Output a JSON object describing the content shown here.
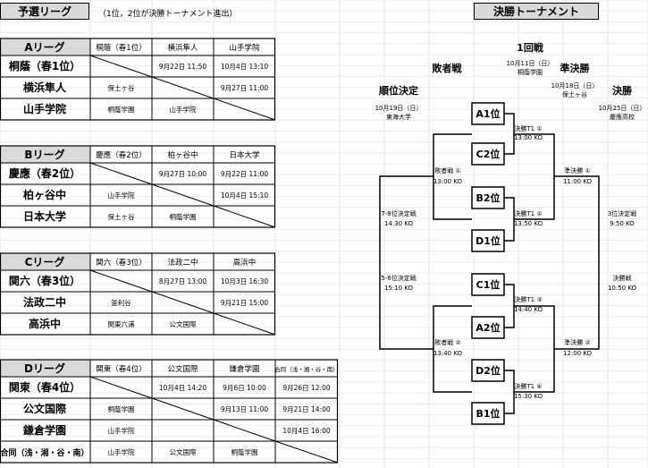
{
  "left": {
    "title": "予選リーグ",
    "note": "（1位，2位が決勝トーナメント進出）",
    "leagues": [
      {
        "name": "Aリーグ",
        "teams": [
          "桐蔭（春1位）",
          "横浜隼人",
          "山手学院"
        ],
        "cols": [
          "桐蔭（春1位）",
          "横浜隼人",
          "山手学院"
        ],
        "cells": [
          [
            "",
            "9月22日 11:50",
            "10月4日 13:10"
          ],
          [
            "保土ヶ谷",
            "",
            "9月27日 11:00"
          ],
          [
            "桐蔭学園",
            "山手学院",
            ""
          ]
        ]
      },
      {
        "name": "Bリーグ",
        "teams": [
          "慶應（春2位）",
          "柏ヶ谷中",
          "日本大学"
        ],
        "cols": [
          "慶應（春2位）",
          "柏ヶ谷中",
          "日本大学"
        ],
        "cells": [
          [
            "",
            "9月27日 10:00",
            "9月22日 11:00"
          ],
          [
            "山手学院",
            "",
            "10月4日 15:10"
          ],
          [
            "保土ヶ谷",
            "桐蔭学園",
            ""
          ]
        ]
      },
      {
        "name": "Cリーグ",
        "teams": [
          "関六（春3位）",
          "法政二中",
          "高浜中"
        ],
        "cols": [
          "関六（春3位）",
          "法政二中",
          "高浜中"
        ],
        "cells": [
          [
            "",
            "8月27日 13:00",
            "10月3日 16:30"
          ],
          [
            "釜利谷",
            "",
            "9月21日 15:00"
          ],
          [
            "関東六浦",
            "公文国際",
            ""
          ]
        ]
      },
      {
        "name": "Dリーグ",
        "teams": [
          "関東（春4位）",
          "公文国際",
          "鎌倉学園",
          "合同（浅・湘・谷・南）"
        ],
        "cols": [
          "関東（春4位）",
          "公文国際",
          "鎌倉学園",
          "合同（浅・湘・谷・南）"
        ],
        "cells": [
          [
            "",
            "10月4日 14:20",
            "9月6日 10:00",
            "9月26日 12:00"
          ],
          [
            "桐蔭学園",
            "",
            "9月13日 11:00",
            "9月21日 14:00"
          ],
          [
            "山手学院",
            "",
            "",
            "10月4日 16:00"
          ],
          [
            "山手学院",
            "公文国際",
            "桐蔭学園",
            ""
          ]
        ]
      }
    ]
  },
  "right": {
    "title": "決勝トーナメント",
    "round1": "1回戦",
    "round1_info": [
      "10月11日（日）",
      "桐蔭学園"
    ],
    "losers": "敗者戦",
    "semi": "準決勝",
    "semi_info": [
      "10月18日（日）",
      "保土ヶ谷"
    ],
    "final": "決勝",
    "final_info": [
      "10月25日（日）",
      "慶應高校"
    ],
    "placement": "順位決定",
    "placement_info": [
      "10月19日（日）",
      "東海大学"
    ],
    "slots": [
      "A1位",
      "C2位",
      "B2位",
      "D1位",
      "C1位",
      "A2位",
      "D2位",
      "B1位"
    ],
    "m1": [
      "決勝T1 ①",
      "13:00 KO"
    ],
    "m2": [
      "決勝T1 ②",
      "13:50 KO"
    ],
    "m3": [
      "決勝T1 ③",
      "14:40 KO"
    ],
    "m4": [
      "決勝T1 ④",
      "15:30 KO"
    ],
    "l1": [
      "敗者戦 ①",
      "13:00 KO"
    ],
    "l2": [
      "敗者戦 ②",
      "13:40 KO"
    ],
    "s1": [
      "準決勝 ①",
      "11:00 KO"
    ],
    "s2": [
      "準決勝 ②",
      "12:00 KO"
    ],
    "p78": [
      "7-8位決定戦",
      "14:30 KO"
    ],
    "p56": [
      "5-6位決定戦",
      "15:10 KO"
    ],
    "p3": [
      "3位決定戦",
      "9:50 KO"
    ],
    "pf": [
      "決勝戦",
      "10:50 KO"
    ]
  }
}
